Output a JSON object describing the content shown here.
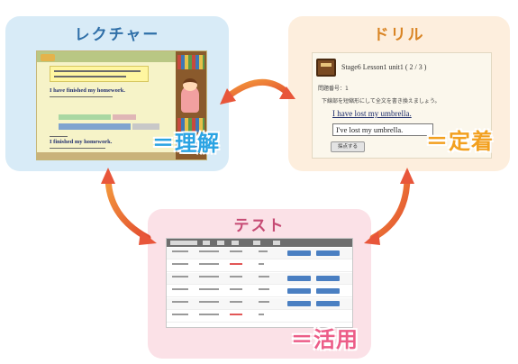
{
  "panels": {
    "lecture": {
      "title": "レクチャー",
      "tagline": "＝理解"
    },
    "drill": {
      "title": "ドリル",
      "tagline": "＝定着"
    },
    "test": {
      "title": "テスト",
      "tagline": "＝活用"
    }
  },
  "lecture_screen": {
    "sentence_1": "I have finished my homework.",
    "sentence_2": "I finished my homework."
  },
  "drill_screen": {
    "heading": "Stage6 Lesson1 unit1 ( 2 / 3 )",
    "question_label": "問題番号：1",
    "instruction": "下線部を短縮形にして全文を書き換えましょう。",
    "sentence": "I have lost my umbrella.",
    "answer": "I've lost my umbrella.",
    "button": "採点する"
  },
  "colors": {
    "lecture": "#2aa3e3",
    "drill": "#f2a01f",
    "test": "#ec5d88",
    "arrow": "#e8563a"
  }
}
